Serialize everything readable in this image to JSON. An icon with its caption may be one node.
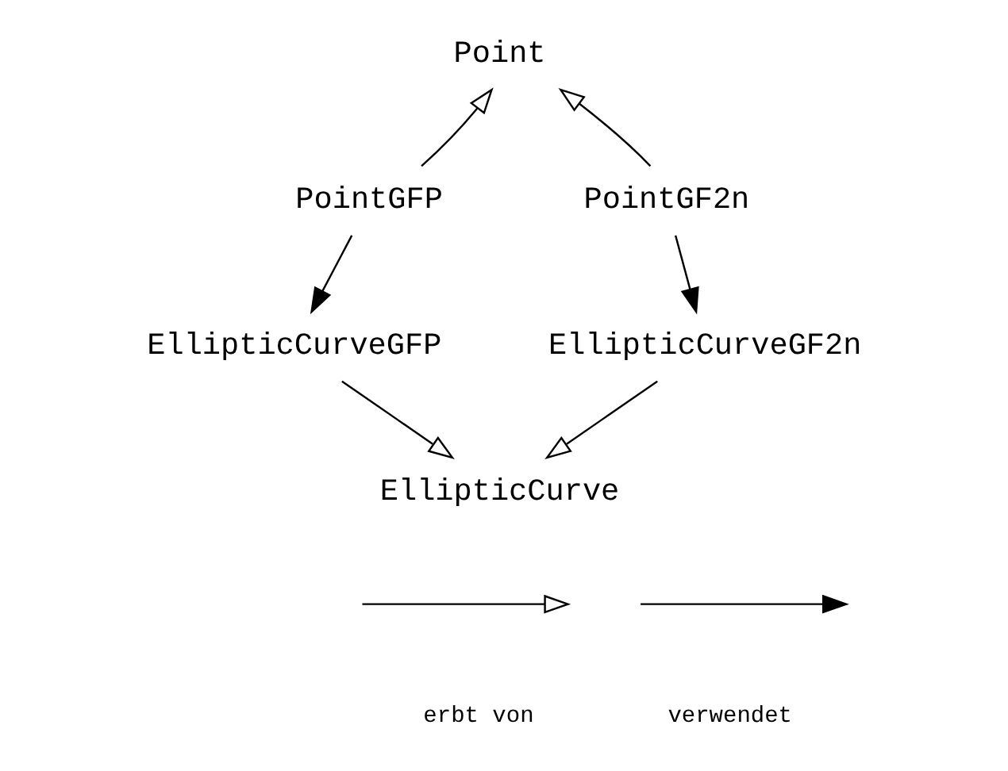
{
  "diagram": {
    "nodes": [
      {
        "text": [
          "Point"
        ]
      },
      {
        "text": [
          "PointGFP"
        ]
      },
      {
        "text": [
          "PointGF2n"
        ]
      },
      {
        "text": [
          "EllipticCurveGFP"
        ]
      },
      {
        "text": [
          "EllipticCurveGF2n"
        ]
      },
      {
        "text": [
          "EllipticCurve"
        ]
      }
    ],
    "edges": [
      {
        "from": 1,
        "to": 0,
        "arrow": "to"
      },
      {
        "from": 2,
        "to": 0,
        "arrow": "to"
      },
      {
        "from": 1,
        "to": 3,
        "arrow": "to"
      },
      {
        "from": 2,
        "to": 4,
        "arrow": "to"
      },
      {
        "from": 3,
        "to": 5,
        "arrow": "to"
      },
      {
        "from": 4,
        "to": 5,
        "arrow": "to"
      }
    ],
    "legend": [
      {
        "text": "erbt von"
      },
      {
        "text": "verwendet"
      }
    ]
  }
}
